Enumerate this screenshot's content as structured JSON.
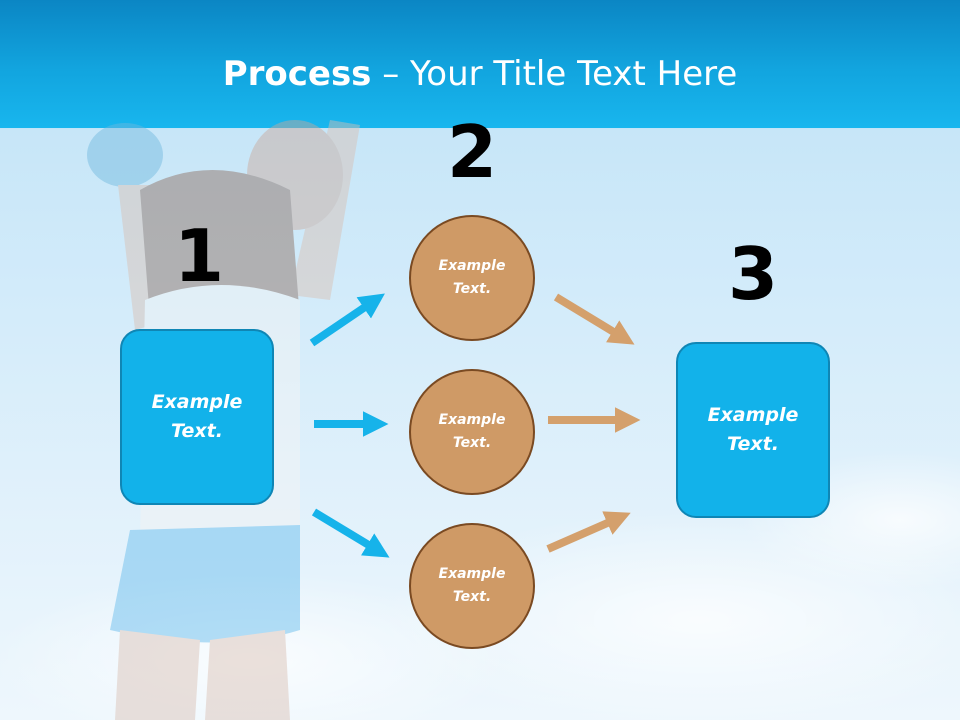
{
  "title": {
    "bold": "Process",
    "rest": " – Your Title Text Here"
  },
  "steps": {
    "one": "1",
    "two": "2",
    "three": "3"
  },
  "source_box": {
    "label": "Example Text."
  },
  "circles": [
    {
      "label": "Example Text."
    },
    {
      "label": "Example Text."
    },
    {
      "label": "Example Text."
    }
  ],
  "target_box": {
    "label": "Example Text."
  },
  "colors": {
    "title_bar": "#12a5df",
    "box_fill": "#12b2ea",
    "circle_fill": "#cf9a66",
    "blue_arrow": "#16b3ea",
    "brown_arrow": "#d4a06c"
  }
}
